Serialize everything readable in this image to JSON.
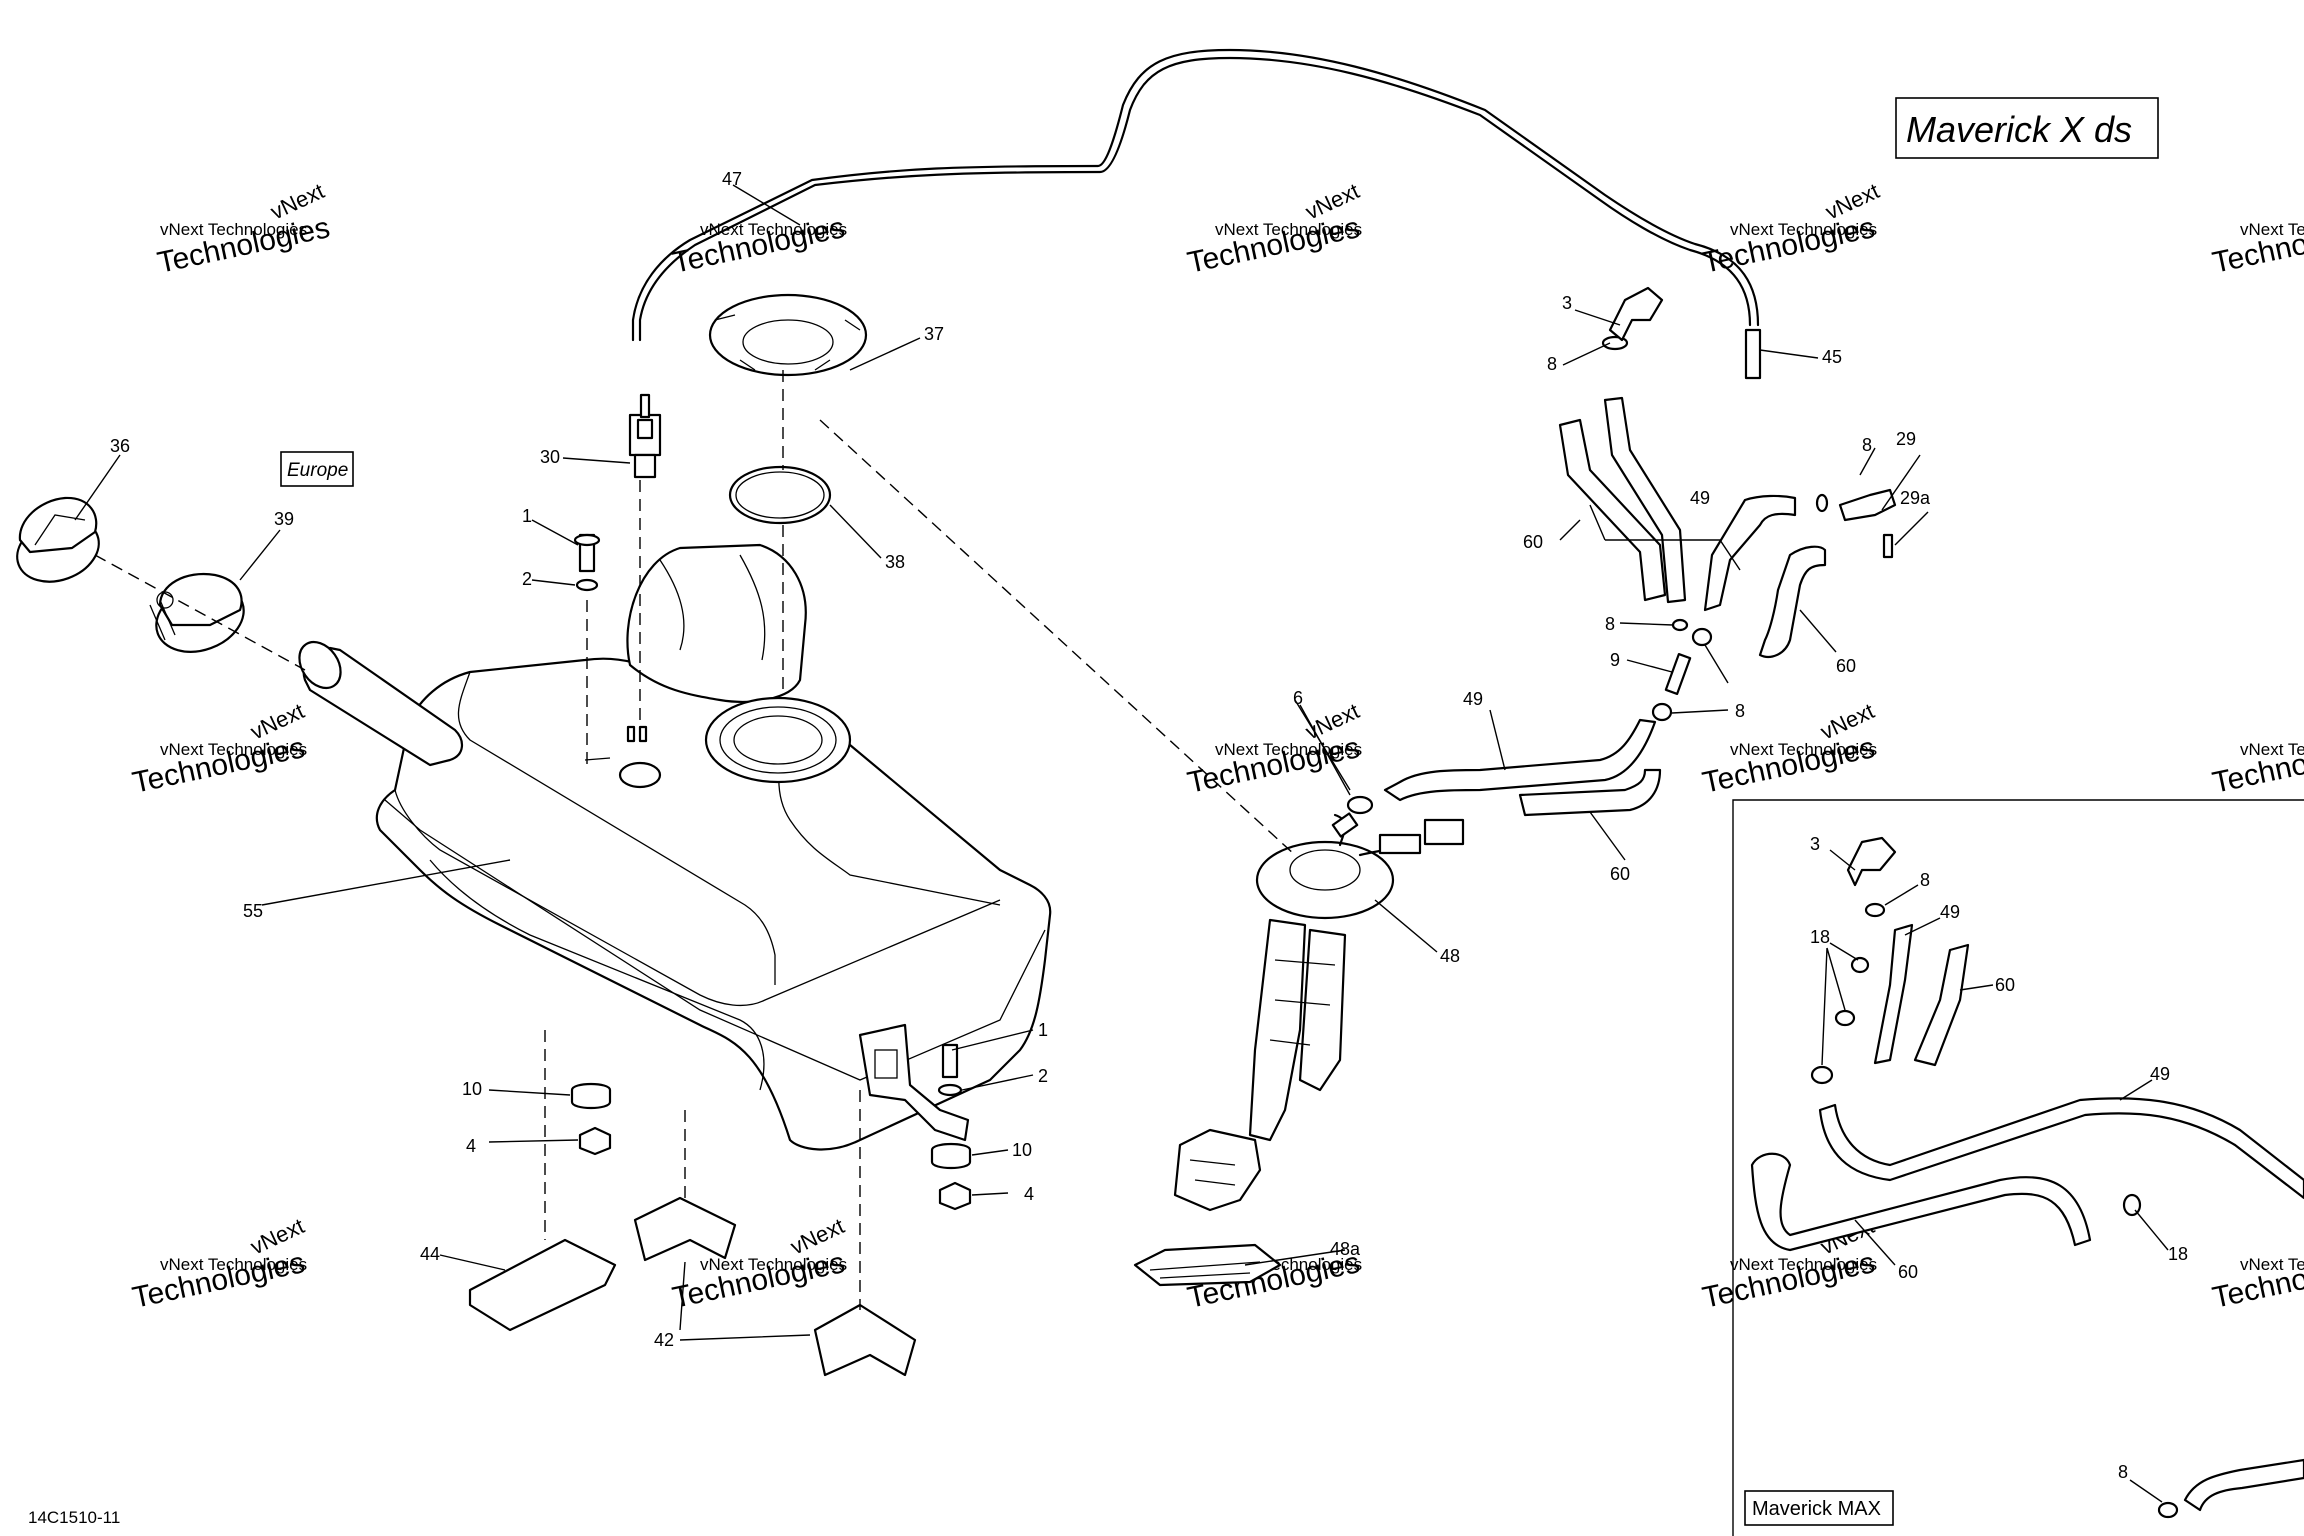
{
  "diagram": {
    "title": "Maverick X ds",
    "europe_label": "Europe",
    "drawing_number": "14C1510-11",
    "inset_label": "Maverick MAX",
    "watermark": {
      "line1": "vNext Technologies",
      "line2": "Technologies",
      "badge": "vNext"
    }
  },
  "callouts": {
    "c1a": "1",
    "c1b": "1",
    "c2a": "2",
    "c2b": "2",
    "c3": "3",
    "c3m": "3",
    "c4a": "4",
    "c4b": "4",
    "c6": "6",
    "c8a": "8",
    "c8b": "8",
    "c8c": "8",
    "c8d": "8",
    "c8m1": "8",
    "c8m2": "8",
    "c9": "9",
    "c10a": "10",
    "c10b": "10",
    "c18m1": "18",
    "c18m2": "18",
    "c29": "29",
    "c29a": "29a",
    "c30": "30",
    "c36": "36",
    "c37": "37",
    "c38": "38",
    "c39": "39",
    "c42": "42",
    "c44": "44",
    "c45": "45",
    "c47": "47",
    "c48": "48",
    "c48a": "48a",
    "c49a": "49",
    "c49b": "49",
    "c49m1": "49",
    "c49m2": "49",
    "c55": "55",
    "c60a": "60",
    "c60b": "60",
    "c60c": "60",
    "c60m1": "60",
    "c60m2": "60"
  }
}
